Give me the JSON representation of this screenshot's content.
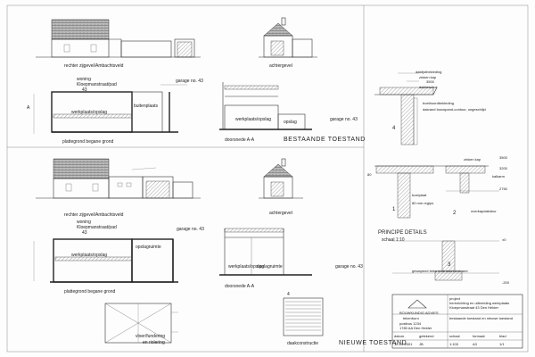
{
  "existing": {
    "right_facade_label": "rechter zijgevel/Ambachtsveld",
    "rear_facade_label": "achtergevel",
    "room_house": "woning",
    "room_address": "Kloepmanstraat/pad",
    "room_number": "43",
    "workshop_label": "werkplaats/opslag",
    "outdoor_space_label": "buitenplaats",
    "garage_label": "garage no. 43",
    "garage_label_2": "garage no. 43",
    "floorplan_label": "plattegrond begane grond",
    "section_label": "doorsnede A-A",
    "section_workshop": "werkplaats/opslag",
    "section_storage": "opslag",
    "stage_title": "BESTAANDE TOESTAND"
  },
  "new": {
    "right_facade_label": "rechter zijgevel/Ambachtsveld",
    "rear_facade_label": "achtergevel",
    "room_house": "woning",
    "room_address": "Kloepmanstraat/pad",
    "room_number": "43",
    "workshop_label": "werkplaats/opslag",
    "storage_room_label": "opslagruimte",
    "garage_label": "garage no. 43",
    "garage_label_2": "garage no. 43",
    "floorplan_label": "plattegrond begane grond",
    "section_label": "doorsnede A-A",
    "section_workshop": "werkplaats/opslag",
    "section_storage": "opslagruimte",
    "roof_plan_label": "daakconstructie",
    "floor_plan_note_1": "vloer/fundering",
    "floor_plan_note_2": "en riolering",
    "stage_title": "NIEUWE TOESTAND"
  },
  "details": {
    "top_labels": [
      "daklijstbekleding",
      "zinken kap",
      "dakbeschot",
      "boeiboordbekleding",
      "dakrand bouwpand-contour, ongeschiljd"
    ],
    "level_top": "3500",
    "detail_4_number": "4",
    "middle_labels": [
      "zinken kap",
      "kalkarm",
      "boeiplaat",
      "80 mm regips",
      "overkapdakdeur"
    ],
    "middle_levels": [
      "3500",
      "3200",
      "2750"
    ],
    "detail_1_number": "1",
    "detail_2_number": "2",
    "section_title": "PRINCIPE DETAILS",
    "scale": "schaal 1:10",
    "detail_3_number": "3",
    "bottom_level": "±0",
    "foundation_label": "gewapend betonblok met vorstrand",
    "bottom_level_2": "-200",
    "mid_left_label": "80"
  },
  "title_block": {
    "project_heading": "project",
    "project_lines": [
      "herinrichting en uitbreiding werkplaats",
      "Kloepmanstraat 43 Den Helder"
    ],
    "drawing_line": "bestaande toestand en nieuwe toestand",
    "company_name": "BOUWKUNDIG ADVIES",
    "company_sub": "tekenburo",
    "address_lines": [
      "postbus 1234",
      "1780 AA Den Helder"
    ],
    "meta_labels": [
      "datum",
      "getekend",
      "schaal",
      "formaat",
      "blad"
    ],
    "meta_values": [
      "12-10-2001",
      "JB",
      "1:100",
      "A3",
      "1/1"
    ]
  }
}
